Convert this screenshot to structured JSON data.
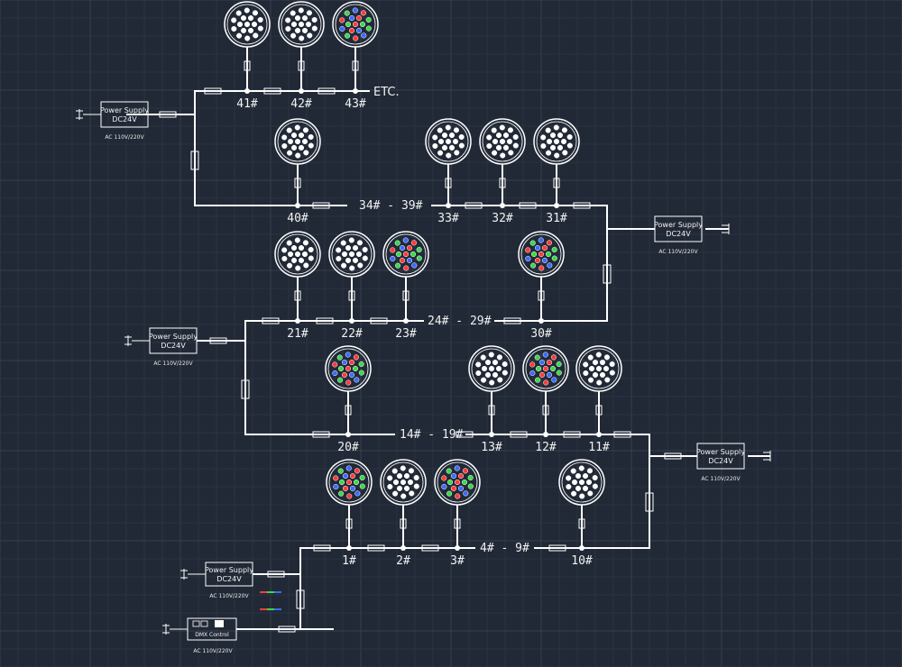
{
  "colors": {
    "background": "#212936",
    "grid_minor": "#2b3442",
    "grid_major": "#36404f",
    "wire": "#ffffff",
    "lamp_white": "#ffffff",
    "lamp_rgb": [
      "#ff3b3b",
      "#3bd94a",
      "#3b6bff"
    ]
  },
  "etc_label": "ETC.",
  "power_supply": {
    "line1": "Power Supply",
    "line2": "DC24V",
    "ac": "AC 110V/220V"
  },
  "dmx": {
    "label": "DMX Control",
    "ac": "AC 110V/220V"
  },
  "lamps": [
    {
      "label": "41#",
      "type": "white"
    },
    {
      "label": "42#",
      "type": "white"
    },
    {
      "label": "43#",
      "type": "rgb"
    },
    {
      "label": "40#",
      "type": "white"
    },
    {
      "label": "33#",
      "type": "white"
    },
    {
      "label": "32#",
      "type": "white"
    },
    {
      "label": "31#",
      "type": "white"
    },
    {
      "label": "21#",
      "type": "white"
    },
    {
      "label": "22#",
      "type": "white"
    },
    {
      "label": "23#",
      "type": "rgb"
    },
    {
      "label": "30#",
      "type": "rgb"
    },
    {
      "label": "20#",
      "type": "rgb"
    },
    {
      "label": "13#",
      "type": "white"
    },
    {
      "label": "12#",
      "type": "rgb"
    },
    {
      "label": "11#",
      "type": "white"
    },
    {
      "label": "1#",
      "type": "rgb"
    },
    {
      "label": "2#",
      "type": "white"
    },
    {
      "label": "3#",
      "type": "rgb"
    },
    {
      "label": "10#",
      "type": "white"
    }
  ],
  "range_labels": [
    "34# - 39#",
    "24# - 29#",
    "14# - 19#",
    "4# - 9#"
  ]
}
